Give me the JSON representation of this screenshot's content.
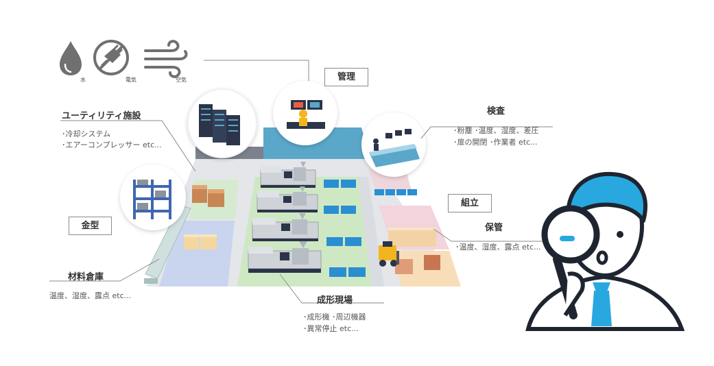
{
  "utility_icons": [
    {
      "icon": "water-drop-icon",
      "label": "水"
    },
    {
      "icon": "electric-plug-icon",
      "label": "電気"
    },
    {
      "icon": "air-flow-icon",
      "label": "空気"
    }
  ],
  "labels": {
    "kanri": "管理",
    "utility": {
      "title": "ユーティリティ施設",
      "lines": [
        "･冷却システム",
        "･エアーコンプレッサー etc..."
      ]
    },
    "kensa": {
      "title": "検査",
      "lines": [
        "･粉塵 ･温度、湿度、差圧",
        "･扉の開閉 ･作業者 etc..."
      ]
    },
    "kanagata": "金型",
    "kumitate": "組立",
    "hokan": {
      "title": "保管",
      "lines": [
        "･温度、湿度、露点 etc..."
      ]
    },
    "zairyo": {
      "title": "材料倉庫",
      "lines": [
        "温度、湿度、露点 etc..."
      ]
    },
    "seikei": {
      "title": "成形現場",
      "lines": [
        "･成形機 ･周辺機器",
        "･異常停止 etc..."
      ]
    }
  },
  "colors": {
    "accent_cyan": "#29a8e0",
    "zone_green": "#cfe8c4",
    "zone_blue": "#c6d2ec",
    "zone_pink": "#f3d3dc",
    "zone_orange": "#f8ddb9",
    "container_blue": "#2a8fd1",
    "dark_navy": "#2b3448",
    "line_gray": "#8a8a8a"
  }
}
